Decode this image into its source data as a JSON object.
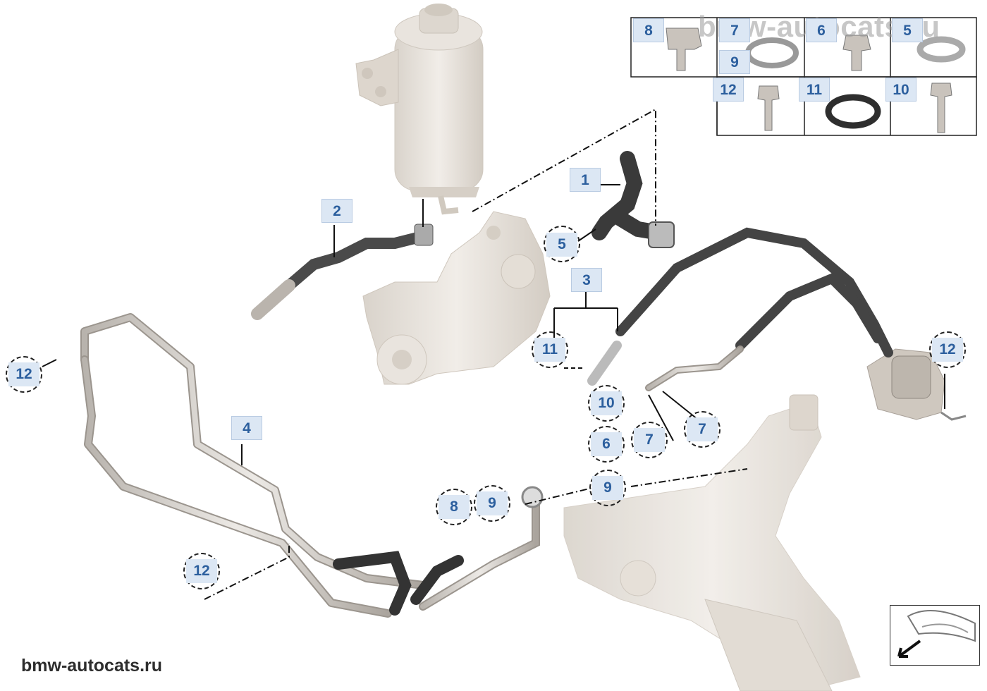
{
  "watermark": "bmw-autocats.ru",
  "footer_text": "bmw-autocats.ru",
  "colors": {
    "callout_bg": "#dce7f4",
    "callout_text": "#2c5f9e",
    "part_light": "#e6e1da",
    "hose_dark": "#3d3d3d",
    "pipe_metal": "#d8d4cf"
  },
  "callouts": [
    "1",
    "2",
    "3",
    "4",
    "5",
    "6",
    "7",
    "8",
    "9",
    "10",
    "11",
    "12"
  ],
  "inset": {
    "top_row": [
      "8",
      "7",
      "6",
      "5"
    ],
    "middle_label": "9",
    "bottom_row": [
      "12",
      "11",
      "10"
    ]
  },
  "nav_icon": "vehicle-front-view-icon"
}
